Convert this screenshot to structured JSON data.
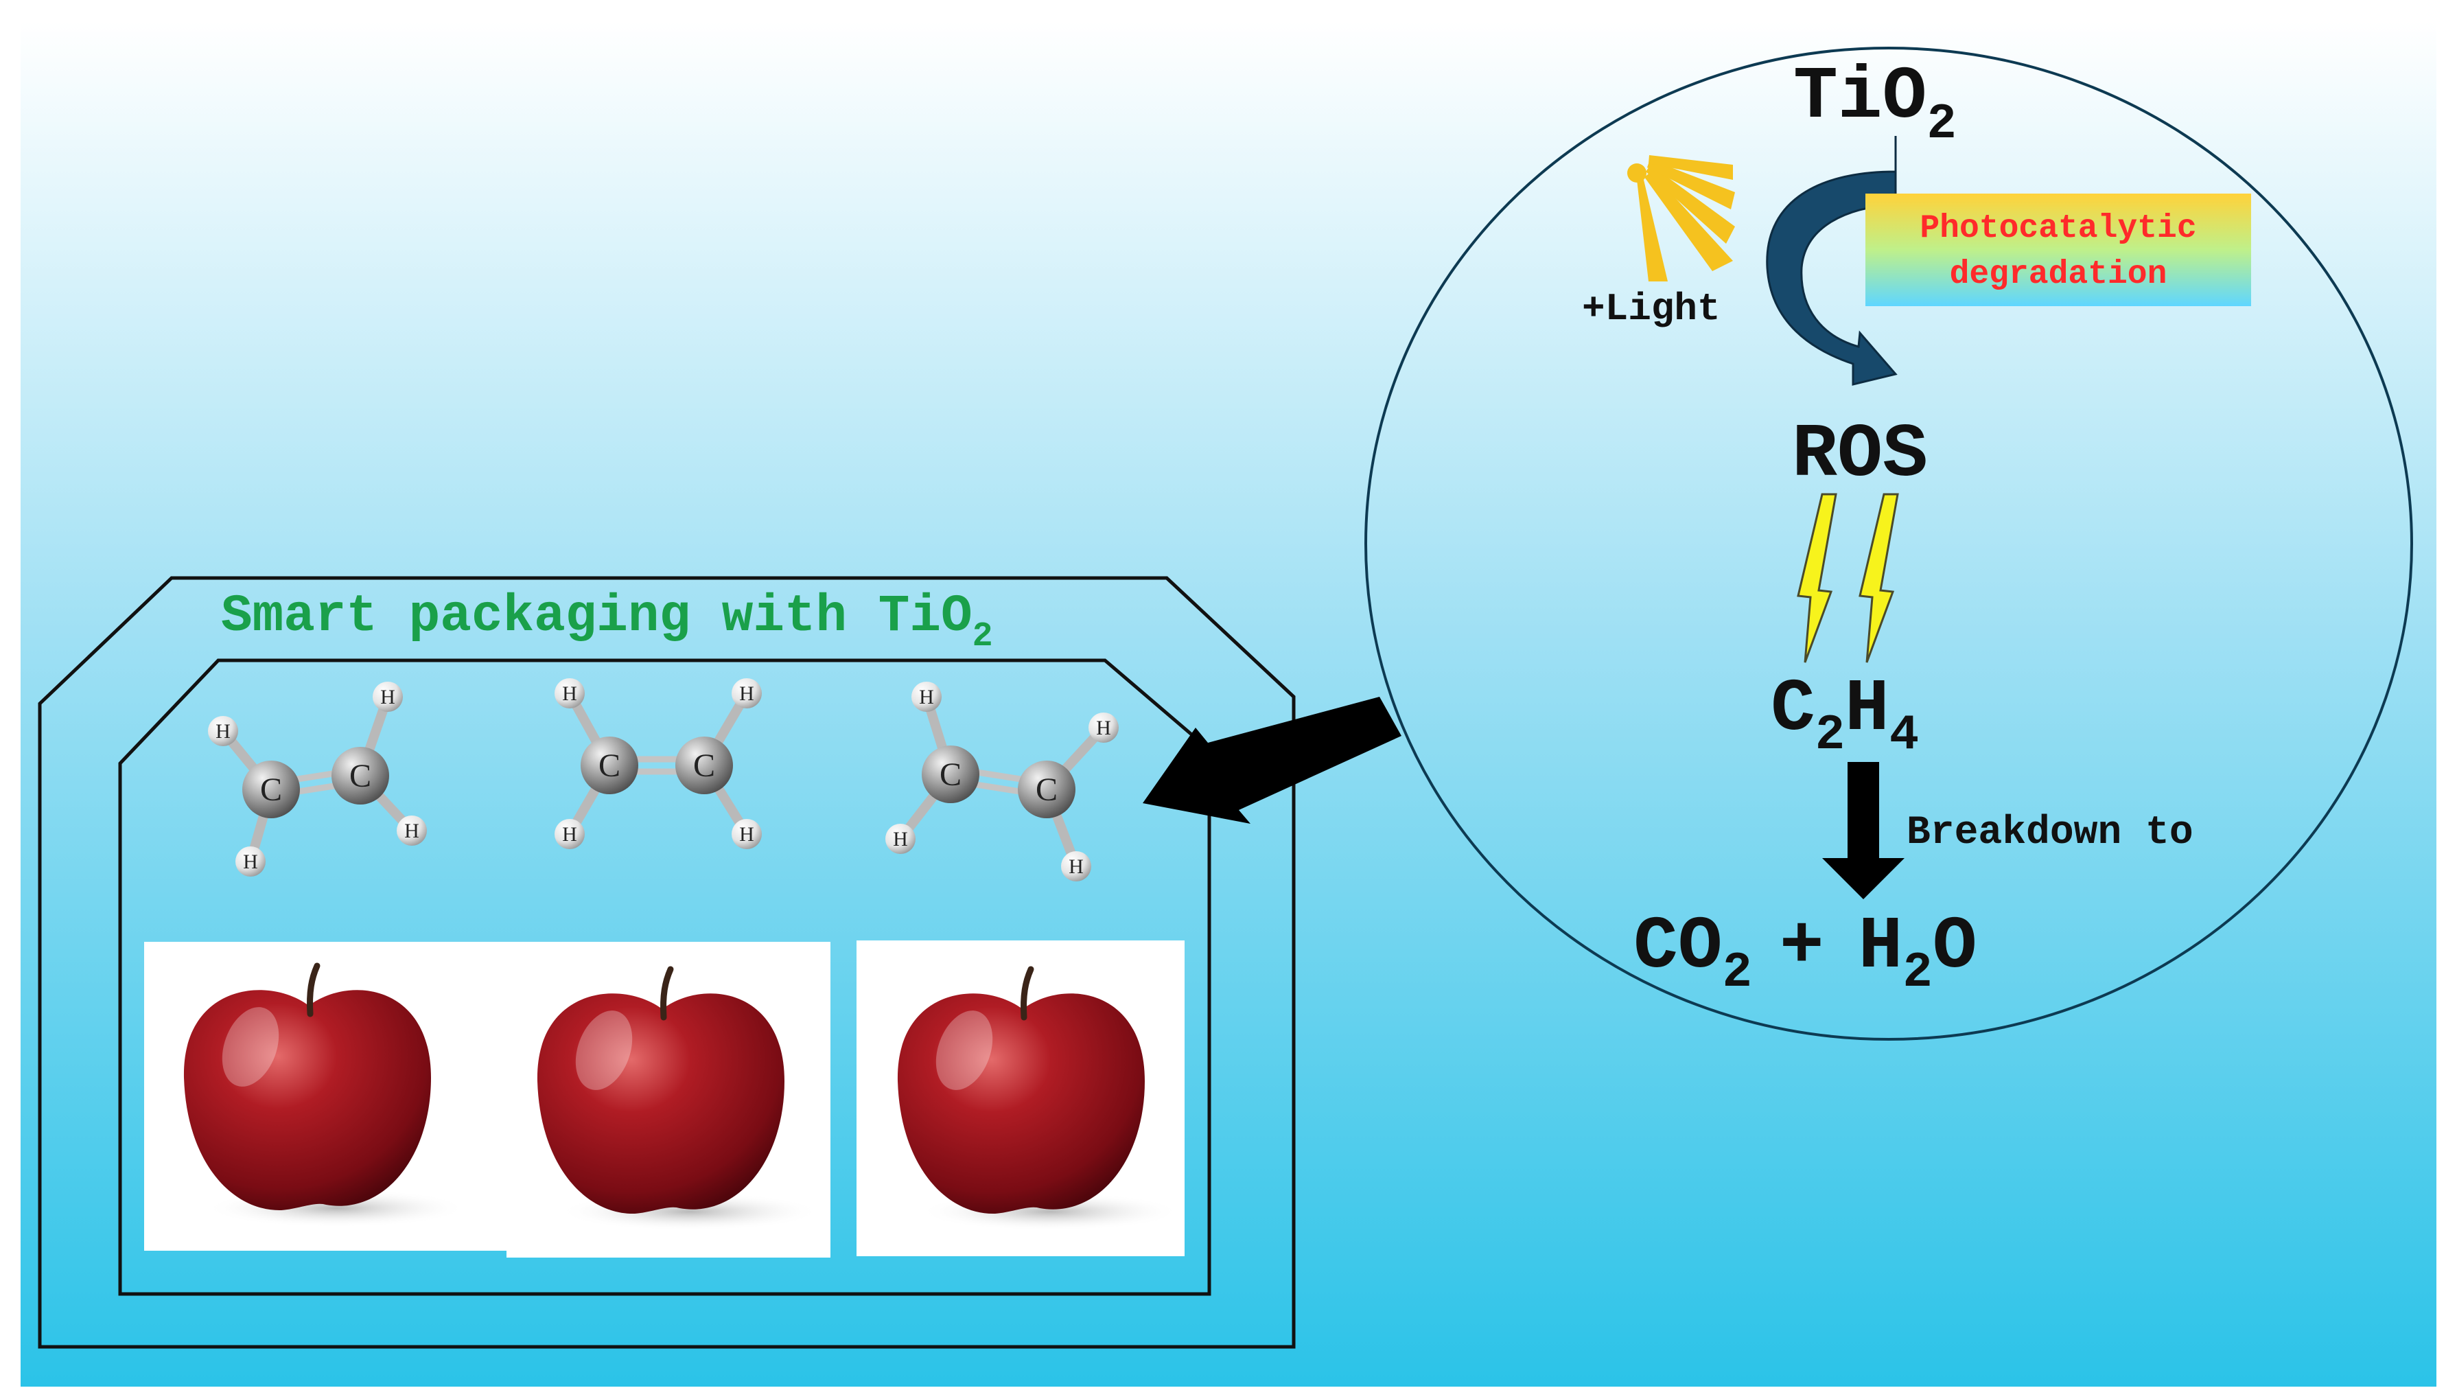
{
  "packaging": {
    "title_main": "Smart packaging with TiO",
    "title_sub": "2",
    "molecule_atoms": {
      "carbon": "C",
      "hydrogen": "H"
    }
  },
  "reaction": {
    "tio2_main": "TiO",
    "tio2_sub": "2",
    "light_label": "+Light",
    "process_line1": "Photocatalytic",
    "process_line2": "degradation",
    "ros_label": "ROS",
    "ethylene": {
      "c": "C",
      "c_sub": "2",
      "h": "H",
      "h_sub": "4"
    },
    "breakdown_label": "Breakdown to",
    "products": {
      "co": "CO",
      "co_sub": "2",
      "plus": "+",
      "h": "H",
      "h_sub": "2",
      "o": "O"
    }
  },
  "colors": {
    "background_top": "#ffffff",
    "background_bottom": "#2dc4e8",
    "title_green": "#1aa04a",
    "text_red": "#ff2a2a",
    "curved_arrow": "#17496b",
    "lightning": "#f7f31c",
    "apple": "#8e1018",
    "sun": "#f5c21f"
  }
}
